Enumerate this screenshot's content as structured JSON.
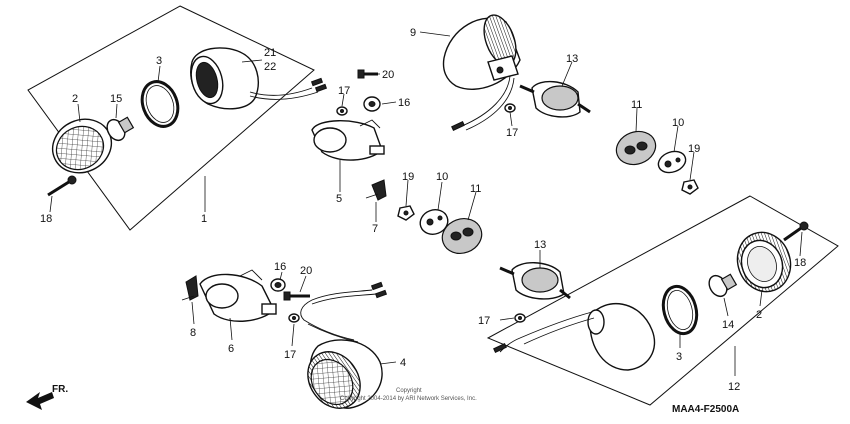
{
  "diagram": {
    "labels": [
      {
        "id": "2a",
        "text": "2"
      },
      {
        "id": "15",
        "text": "15"
      },
      {
        "id": "3a",
        "text": "3"
      },
      {
        "id": "21",
        "text": "21"
      },
      {
        "id": "22",
        "text": "22"
      },
      {
        "id": "18a",
        "text": "18"
      },
      {
        "id": "1",
        "text": "1"
      },
      {
        "id": "20a",
        "text": "20"
      },
      {
        "id": "17a",
        "text": "17"
      },
      {
        "id": "16a",
        "text": "16"
      },
      {
        "id": "5",
        "text": "5"
      },
      {
        "id": "7",
        "text": "7"
      },
      {
        "id": "19a",
        "text": "19"
      },
      {
        "id": "10a",
        "text": "10"
      },
      {
        "id": "11a",
        "text": "11"
      },
      {
        "id": "9",
        "text": "9"
      },
      {
        "id": "13a",
        "text": "13"
      },
      {
        "id": "17b",
        "text": "17"
      },
      {
        "id": "11b",
        "text": "11"
      },
      {
        "id": "10b",
        "text": "10"
      },
      {
        "id": "19b",
        "text": "19"
      },
      {
        "id": "13b",
        "text": "13"
      },
      {
        "id": "18b",
        "text": "18"
      },
      {
        "id": "2b",
        "text": "2"
      },
      {
        "id": "14",
        "text": "14"
      },
      {
        "id": "3b",
        "text": "3"
      },
      {
        "id": "17c",
        "text": "17"
      },
      {
        "id": "12",
        "text": "12"
      },
      {
        "id": "16b",
        "text": "16"
      },
      {
        "id": "20b",
        "text": "20"
      },
      {
        "id": "8",
        "text": "8"
      },
      {
        "id": "6",
        "text": "6"
      },
      {
        "id": "17d",
        "text": "17"
      },
      {
        "id": "4",
        "text": "4"
      }
    ],
    "code": "MAA4-F2500A",
    "direction": "FR.",
    "copyright_line1": "Copyright",
    "copyright_line2": "Copyright 2004-2014 by ARI Network Services, Inc."
  }
}
